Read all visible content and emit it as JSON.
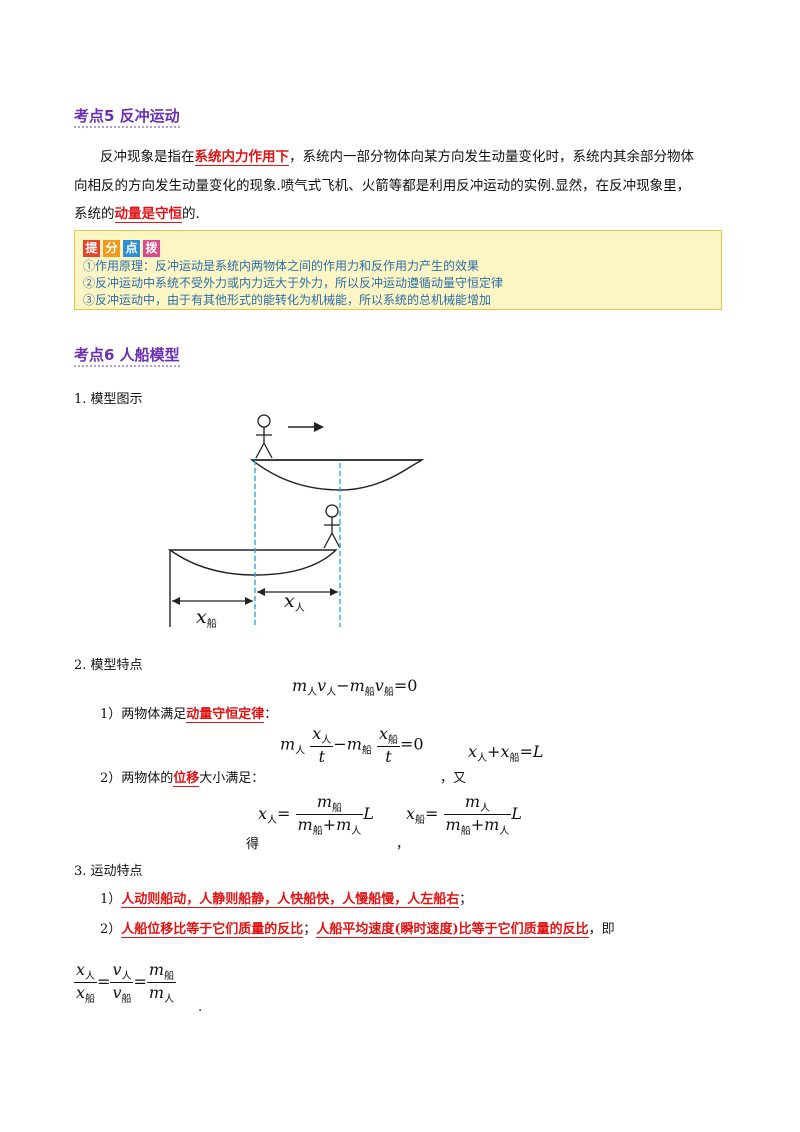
{
  "section5": {
    "title": "考点5 反冲运动",
    "p1_a": "反冲现象是指在",
    "p1_red1": "系统内力作用下",
    "p1_b": "，系统内一部分物体向某方向发生动量变化时，系统内其余部分物体",
    "p2": "向相反的方向发生动量变化的现象.喷气式飞机、火箭等都是利用反冲运动的实例.显然，在反冲现象里，",
    "p3_a": "系统的",
    "p3_red": "动量是守恒",
    "p3_b": "的."
  },
  "tips": {
    "badges": [
      "提",
      "分",
      "点",
      "拨"
    ],
    "badge_colors": [
      "#e4452b",
      "#f39a1e",
      "#2f8fd6",
      "#d94a8a"
    ],
    "lines": [
      "①作用原理：反冲运动是系统内两物体之间的作用力和反作用力产生的效果",
      "②反冲运动中系统不受外力或内力远大于外力，所以反冲运动遵循动量守恒定律",
      "③反冲运动中，由于有其他形式的能转化为机械能，所以系统的总机械能增加"
    ]
  },
  "section6": {
    "title": "考点6 人船模型",
    "item1": "1. 模型图示",
    "fig_x_chuan": "x",
    "fig_x_chuan_sub": "船",
    "fig_x_ren": "x",
    "fig_x_ren_sub": "人",
    "item2": "2. 模型特点",
    "sub1_a": "1）两物体满足",
    "sub1_red": "动量守恒定律",
    "sub1_b": "：",
    "sub2_a": "2）两物体的",
    "sub2_red": "位移",
    "sub2_b": "大小满足：",
    "you": "，又",
    "de": "得",
    "comma": "，",
    "item3": "3. 运动特点",
    "sub3_a": "1）",
    "sub3_red": "人动则船动，人静则船静，人快船快，人慢船慢，人左船右",
    "sub3_b": "；",
    "sub4_a": "2）",
    "sub4_red1": "人船位移比等于它们质量的反比",
    "sub4_mid": "；",
    "sub4_red2": "人船平均速度(瞬时速度)比等于它们质量的反比",
    "sub4_b": "，即",
    "period": "."
  },
  "math": {
    "m": "m",
    "v": "v",
    "x": "x",
    "t": "t",
    "L": "L",
    "ren": "人",
    "chuan": "船",
    "minus": "−",
    "plus": "+",
    "eq": "=",
    "zero": "=0"
  }
}
